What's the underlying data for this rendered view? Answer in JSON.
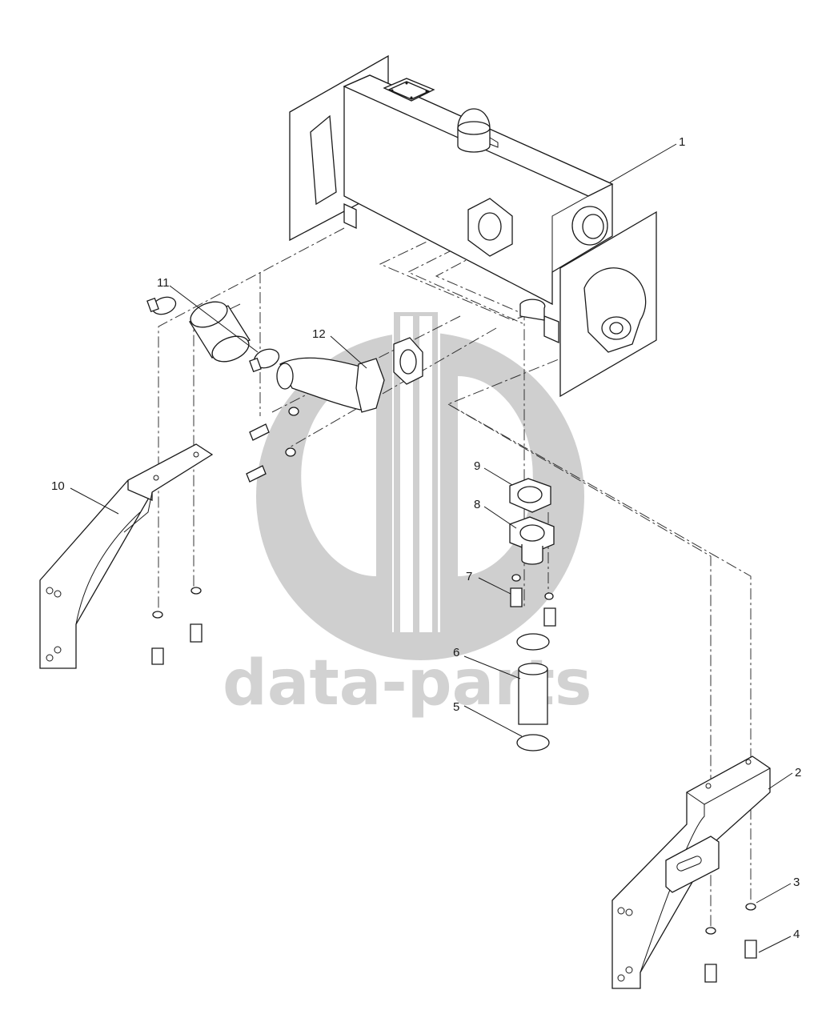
{
  "watermark": {
    "text": "data-parts",
    "color": "#cfcfcf"
  },
  "callouts": [
    {
      "id": "1",
      "label": "1"
    },
    {
      "id": "2",
      "label": "2"
    },
    {
      "id": "3",
      "label": "3"
    },
    {
      "id": "4",
      "label": "4"
    },
    {
      "id": "5",
      "label": "5"
    },
    {
      "id": "6",
      "label": "6"
    },
    {
      "id": "7",
      "label": "7"
    },
    {
      "id": "8",
      "label": "8"
    },
    {
      "id": "9",
      "label": "9"
    },
    {
      "id": "10",
      "label": "10"
    },
    {
      "id": "11",
      "label": "11"
    },
    {
      "id": "12",
      "label": "12"
    }
  ]
}
